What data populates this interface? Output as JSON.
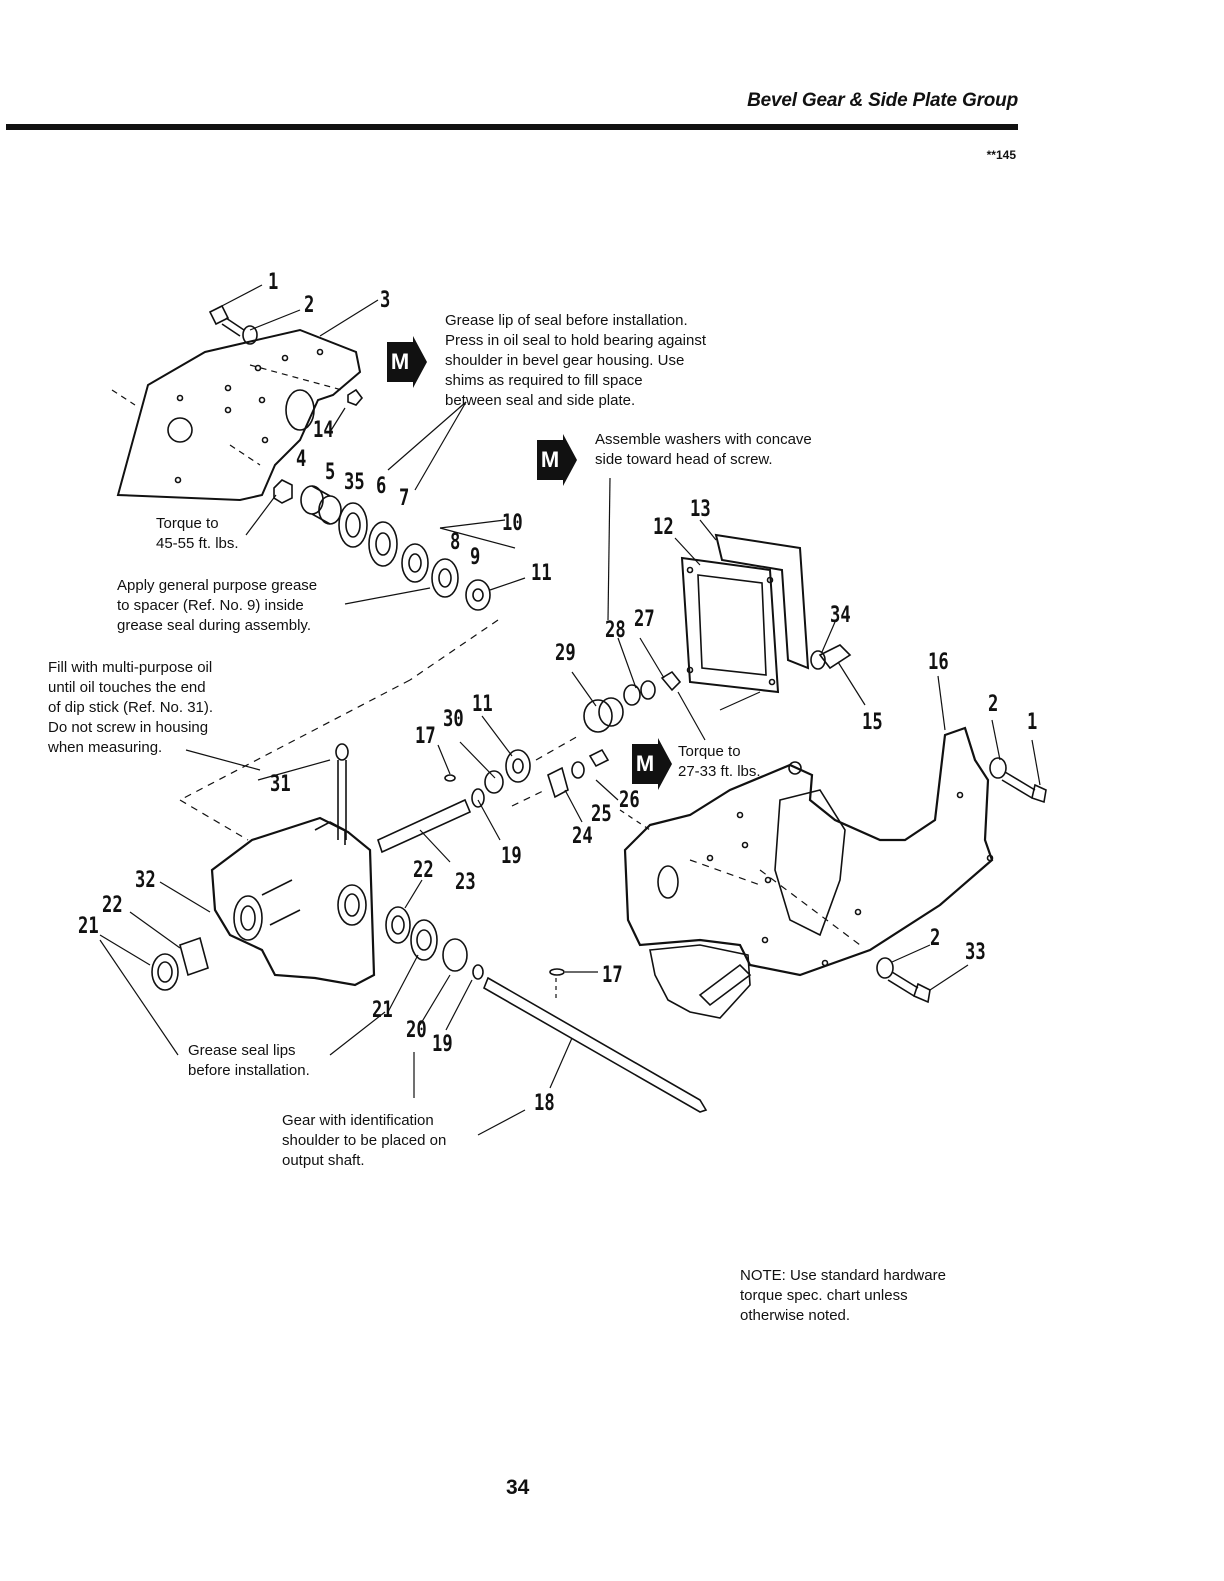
{
  "header": {
    "title": "Bevel Gear & Side Plate Group",
    "code": "**145"
  },
  "page_number": "34",
  "badges": {
    "m_label": "M"
  },
  "notes": {
    "grease_lip_seal": "Grease lip of seal before installation.\nPress in oil seal to hold bearing against\nshoulder in bevel gear housing. Use\nshims as required to fill space\nbetween seal and side plate.",
    "assemble_washers": "Assemble washers with concave\nside toward head of screw.",
    "torque_45_55": "Torque to\n45-55 ft. lbs.",
    "apply_grease_spacer": "Apply general purpose grease\nto spacer (Ref. No. 9) inside\ngrease seal during assembly.",
    "fill_oil": "Fill with multi-purpose oil\nuntil oil touches the end\nof dip stick (Ref. No. 31).\nDo not screw in housing\nwhen measuring.",
    "torque_27_33": "Torque to\n27-33 ft. lbs.",
    "grease_seal_lips": "Grease seal lips\nbefore installation.",
    "gear_identification": "Gear with identification\nshoulder to be placed on\noutput shaft.",
    "standard_hardware": "NOTE: Use standard hardware\ntorque spec. chart unless\notherwise noted."
  },
  "callouts": {
    "c1a": "1",
    "c2a": "2",
    "c3": "3",
    "c14": "14",
    "c4": "4",
    "c5": "5",
    "c35": "35",
    "c6": "6",
    "c7": "7",
    "c10": "10",
    "c8": "8",
    "c9": "9",
    "c11a": "11",
    "c13": "13",
    "c12": "12",
    "c28": "28",
    "c27": "27",
    "c34": "34",
    "c29": "29",
    "c16": "16",
    "c2b": "2",
    "c1b": "1",
    "c15": "15",
    "c30": "30",
    "c11b": "11",
    "c17a": "17",
    "c31": "31",
    "c26": "26",
    "c25": "25",
    "c24": "24",
    "c19a": "19",
    "c22a": "22",
    "c23": "23",
    "c32": "32",
    "c22b": "22",
    "c21a": "21",
    "c2c": "2",
    "c33": "33",
    "c17b": "17",
    "c21b": "21",
    "c20": "20",
    "c19b": "19",
    "c18": "18"
  }
}
